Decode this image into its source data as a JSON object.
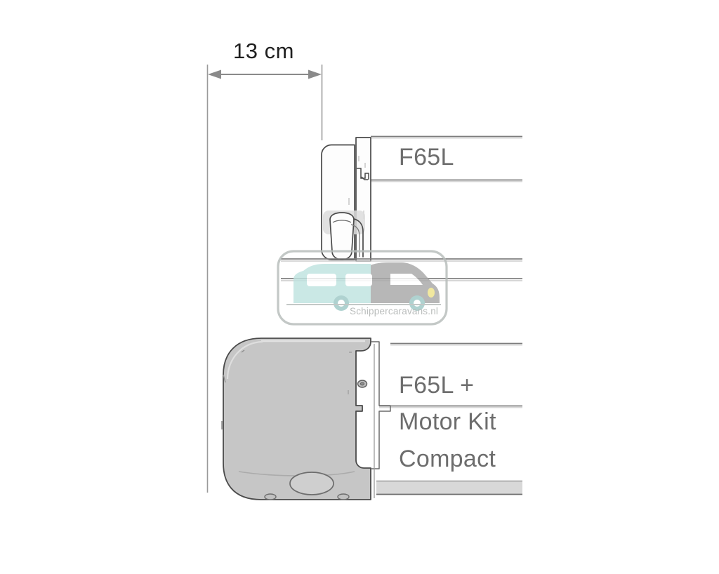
{
  "diagram": {
    "title": "F65L awning side-profile dimension comparison",
    "background_color": "#ffffff",
    "dimension": {
      "label": "13 cm",
      "label_color": "#1f1f1f",
      "arrow_color": "#8a8a8a",
      "extension_line_color": "#9a9a9a"
    },
    "upper_unit": {
      "label": "F65L",
      "label_color": "#6d6d6d",
      "outline_color": "#4a4a4a",
      "fill_color": "#fdfdfd"
    },
    "lower_unit": {
      "label_lines": [
        "F65L +",
        "Motor Kit",
        "Compact"
      ],
      "label_color": "#6d6d6d",
      "outline_color": "#4a4a4a",
      "fill_color": "#c6c6c6",
      "band_fill_color": "#d8d8d8"
    },
    "watermark": {
      "site_name": "Schippercaravans.nl",
      "text_color": "#b9bcbb",
      "frame_color": "#b6bcba",
      "caravan_color": "#bfe3e0",
      "motorhome_color": "#a8a8a8",
      "wheel_color": "#9ec9c6",
      "headlight_color": "#efe48a"
    }
  }
}
